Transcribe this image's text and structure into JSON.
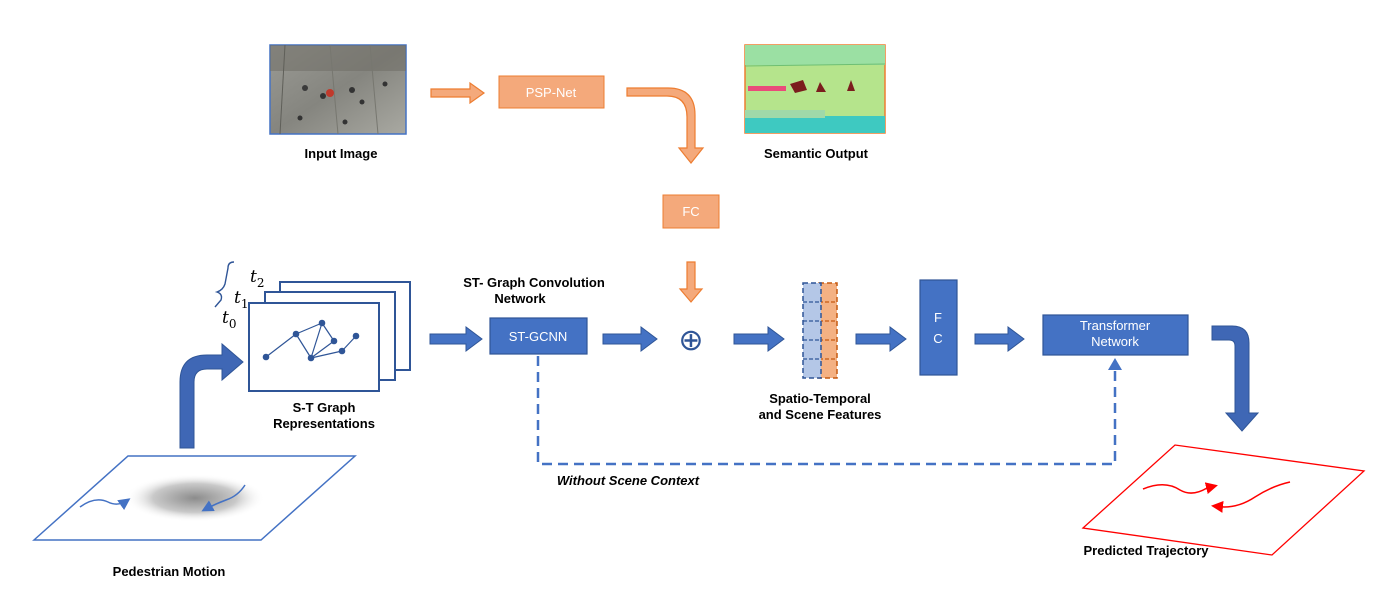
{
  "diagram": {
    "nodes": {
      "input_image": {
        "label": "Input Image"
      },
      "psp_net": {
        "label": "PSP-Net"
      },
      "semantic_output": {
        "label": "Semantic Output"
      },
      "fc_top": {
        "label": "FC"
      },
      "st_graph": {
        "label_line1": "S-T Graph",
        "label_line2": "Representations"
      },
      "time_labels": {
        "t2": "t",
        "t2_sub": "2",
        "t1": "t",
        "t1_sub": "1",
        "t0": "t",
        "t0_sub": "0"
      },
      "st_gcn_title": {
        "line1": "ST- Graph Convolution",
        "line2": "Network"
      },
      "st_gcnn": {
        "label": "ST-GCNN"
      },
      "concat": {
        "symbol": "⊕"
      },
      "features": {
        "line1": "Spatio-Temporal",
        "line2": "and Scene Features"
      },
      "fc_mid": {
        "line1": "F",
        "line2": "C"
      },
      "transformer": {
        "line1": "Transformer",
        "line2": "Network"
      },
      "pedestrian_motion": {
        "label": "Pedestrian Motion"
      },
      "predicted_trajectory": {
        "label": "Predicted Trajectory"
      },
      "without_scene": {
        "label": "Without Scene Context"
      }
    },
    "colors": {
      "orange_fill": "#F4A97B",
      "orange_stroke": "#ED7D31",
      "blue_fill": "#4472C4",
      "blue_dark": "#2F5597",
      "red": "#FF0000",
      "feature_blue": "#B4C7E7"
    }
  }
}
